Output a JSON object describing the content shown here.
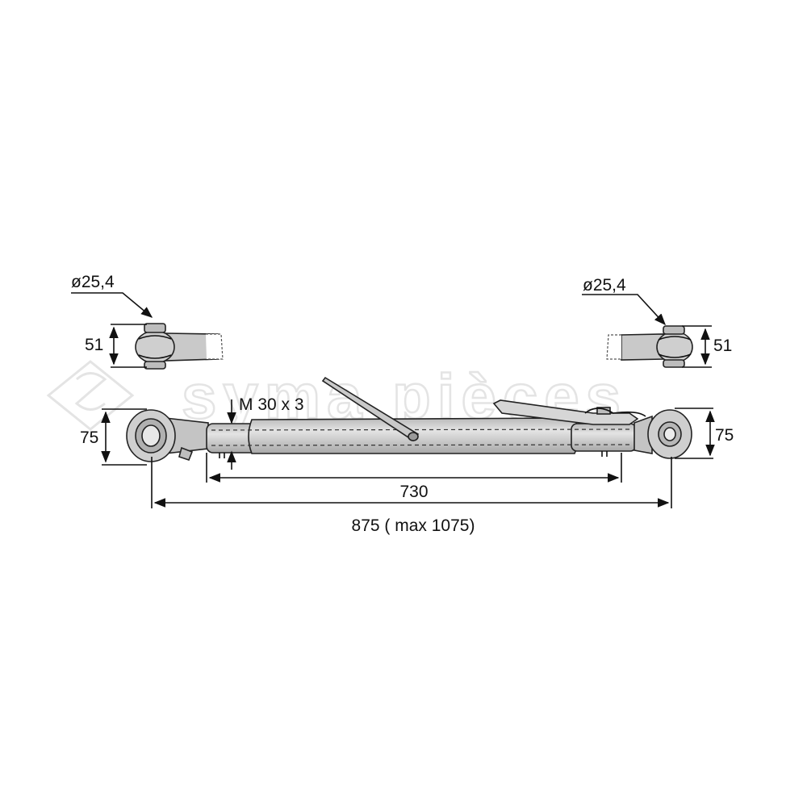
{
  "watermark": {
    "text": "syma pièces"
  },
  "labels": {
    "ball_diameter_left": "ø25,4",
    "ball_diameter_right": "ø25,4",
    "ball_width_left": "51",
    "ball_width_right": "51",
    "eye_height_left": "75",
    "eye_height_right": "75",
    "thread": "M 30 x 3",
    "tube_length": "730",
    "total_length": "875 ( max 1075)"
  },
  "colors": {
    "line": "#111111",
    "part_fill": "#c9c9c9",
    "part_light": "#e2e2e2",
    "watermark": "#e4e4e4"
  }
}
